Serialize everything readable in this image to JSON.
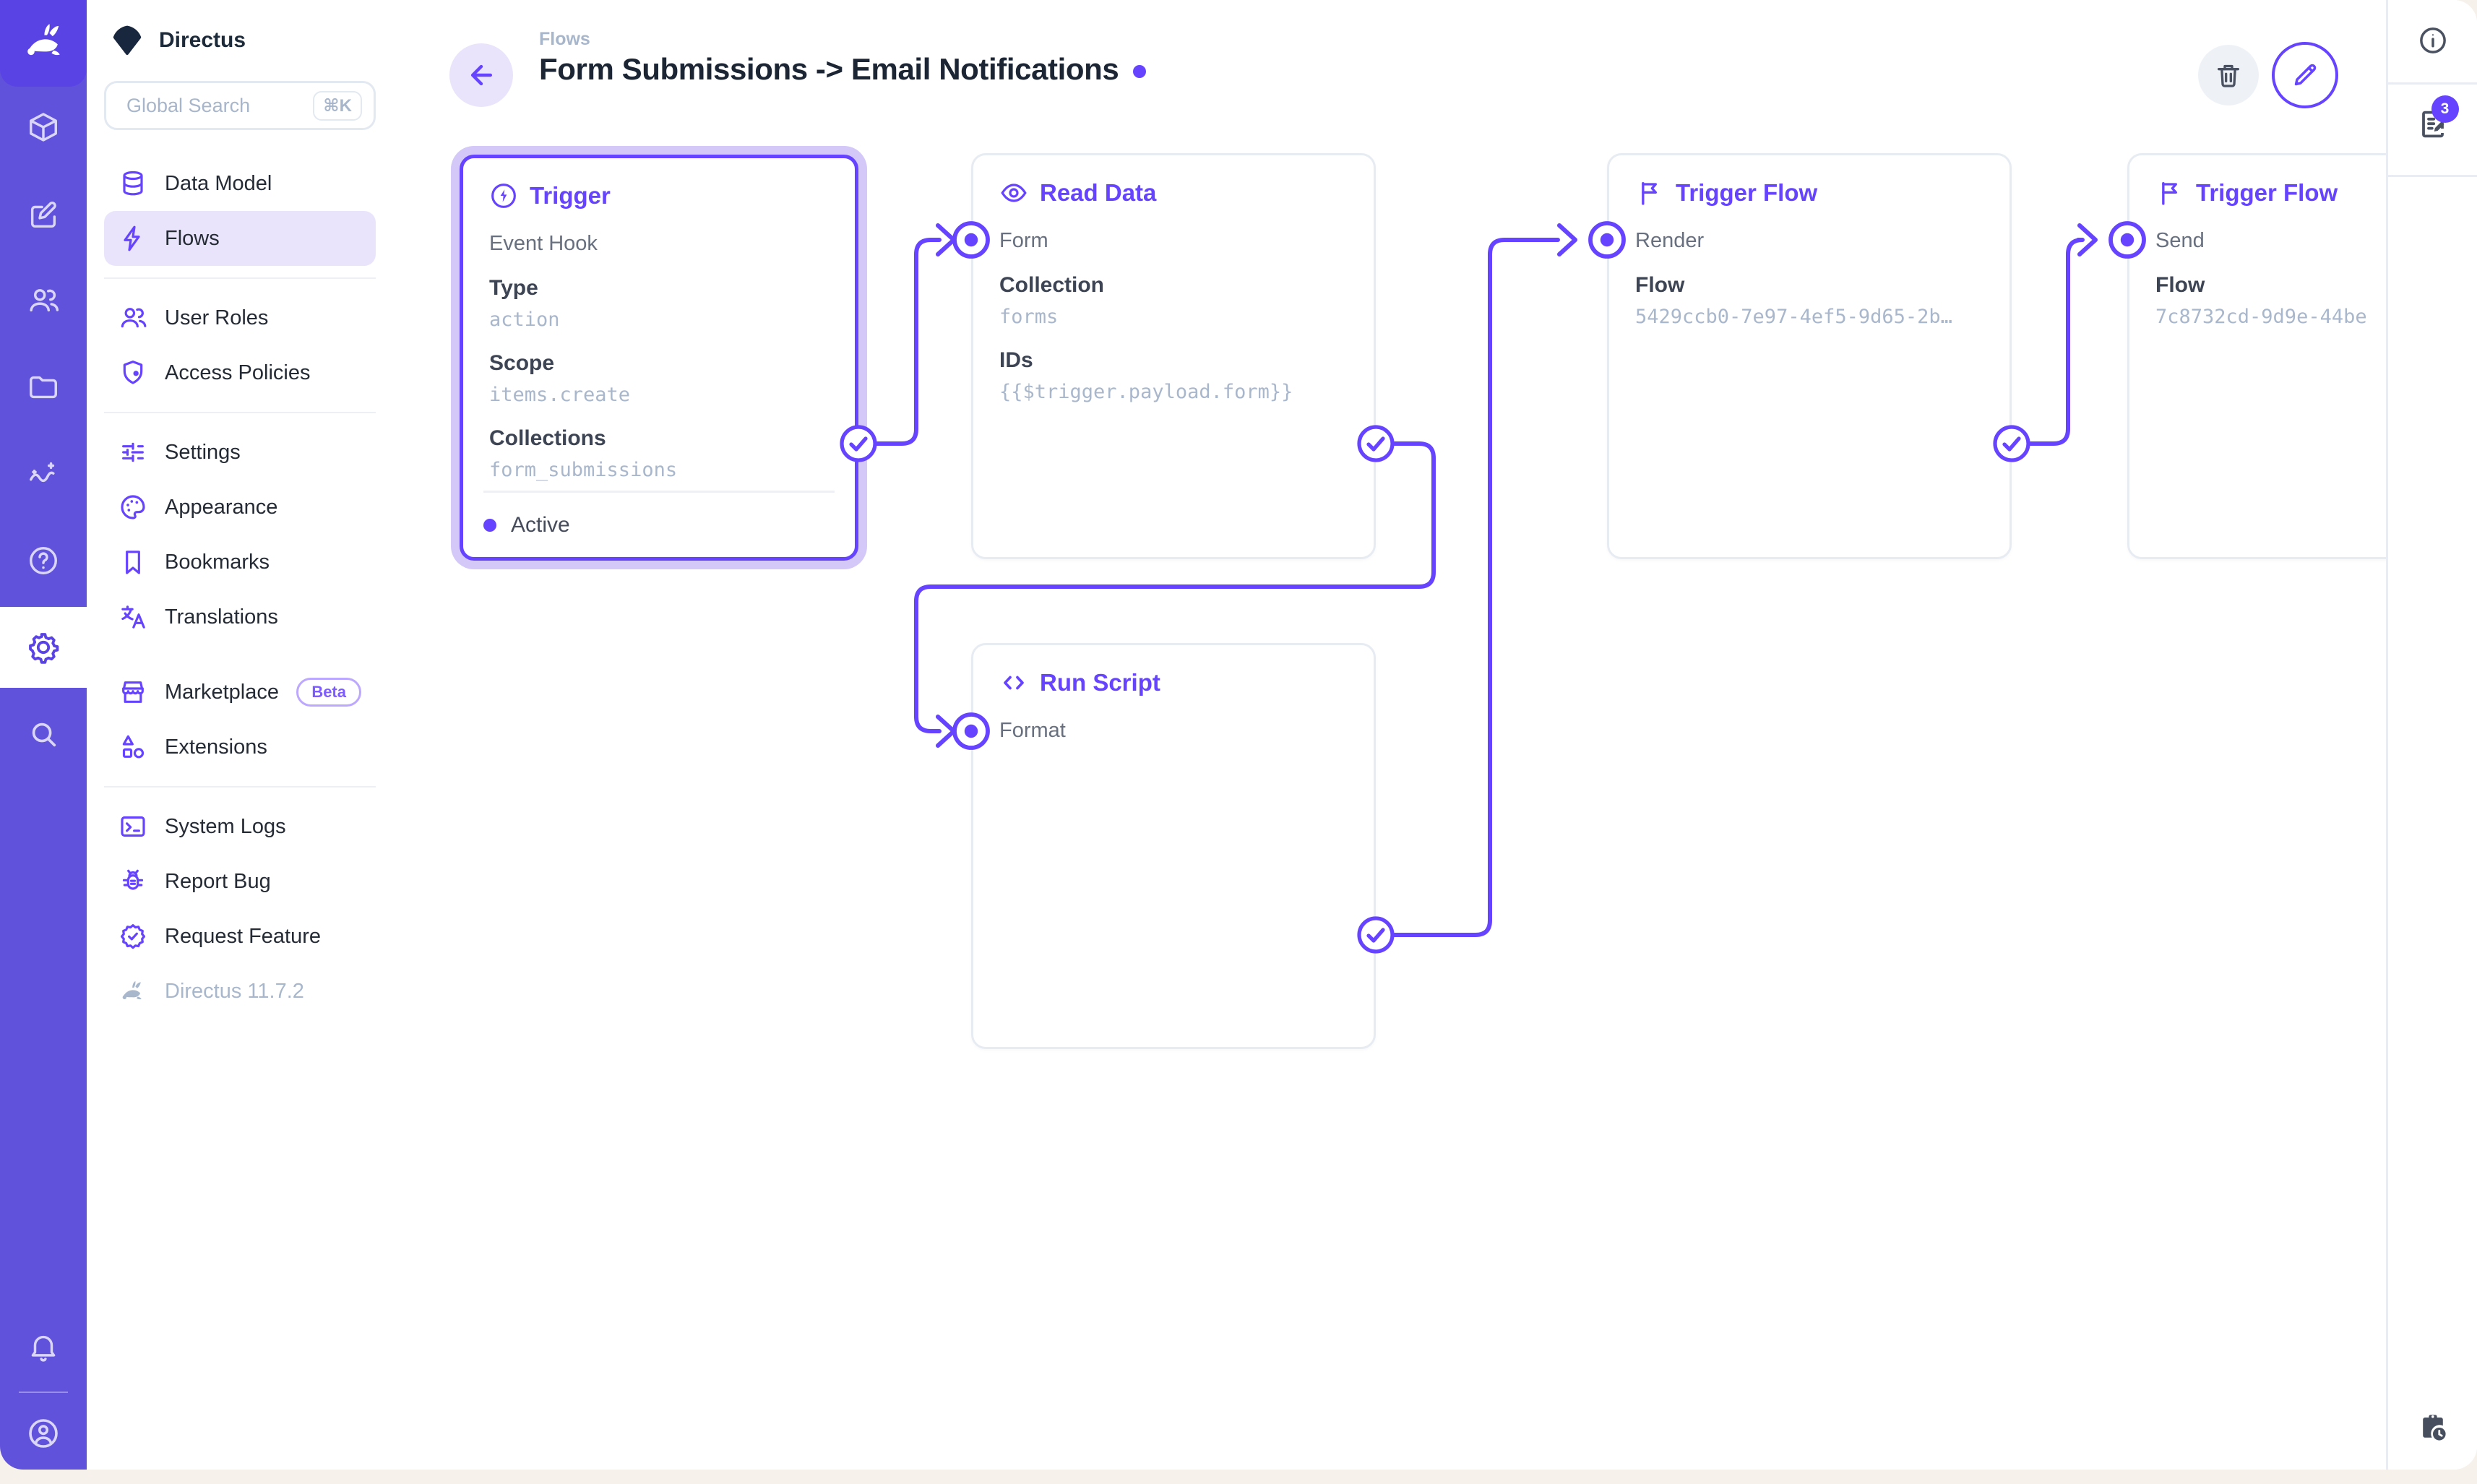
{
  "colors": {
    "accent": "#6644FF",
    "rail_bg": "#6152DB",
    "logo_tile_bg": "#5A43E4",
    "active_nav_bg": "#E9E4FB",
    "selected_halo": "#D3C8F8",
    "card_border": "#E7ECF3",
    "mono_value": "#A9B7CC",
    "app_frame_bg": "#F6F1EA"
  },
  "sidebar": {
    "project_name": "Directus",
    "search": {
      "placeholder": "Global Search",
      "shortcut": "⌘K"
    },
    "items": [
      {
        "label": "Data Model"
      },
      {
        "label": "Flows"
      },
      {
        "label": "User Roles"
      },
      {
        "label": "Access Policies"
      },
      {
        "label": "Settings"
      },
      {
        "label": "Appearance"
      },
      {
        "label": "Bookmarks"
      },
      {
        "label": "Translations"
      },
      {
        "label": "Marketplace",
        "badge": "Beta"
      },
      {
        "label": "Extensions"
      },
      {
        "label": "System Logs"
      },
      {
        "label": "Report Bug"
      },
      {
        "label": "Request Feature"
      }
    ],
    "version": "Directus 11.7.2"
  },
  "header": {
    "breadcrumb": "Flows",
    "title": "Form Submissions -> Email Notifications"
  },
  "right_rail": {
    "notifications_count": "3"
  },
  "flow": {
    "panels": [
      {
        "title": "Trigger",
        "subtitle": "Event Hook",
        "fields": [
          {
            "label": "Type",
            "value": "action"
          },
          {
            "label": "Scope",
            "value": "items.create"
          },
          {
            "label": "Collections",
            "value": "form_submissions"
          }
        ],
        "status": "Active"
      },
      {
        "title": "Read Data",
        "subtitle": "Form",
        "fields": [
          {
            "label": "Collection",
            "value": "forms"
          },
          {
            "label": "IDs",
            "value": "{{$trigger.payload.form}}"
          }
        ]
      },
      {
        "title": "Run Script",
        "subtitle": "Format",
        "fields": []
      },
      {
        "title": "Trigger Flow",
        "subtitle": "Render",
        "fields": [
          {
            "label": "Flow",
            "value": "5429ccb0-7e97-4ef5-9d65-2b…"
          }
        ]
      },
      {
        "title": "Trigger Flow",
        "subtitle": "Send",
        "fields": [
          {
            "label": "Flow",
            "value": "7c8732cd-9d9e-44be"
          }
        ]
      }
    ]
  }
}
